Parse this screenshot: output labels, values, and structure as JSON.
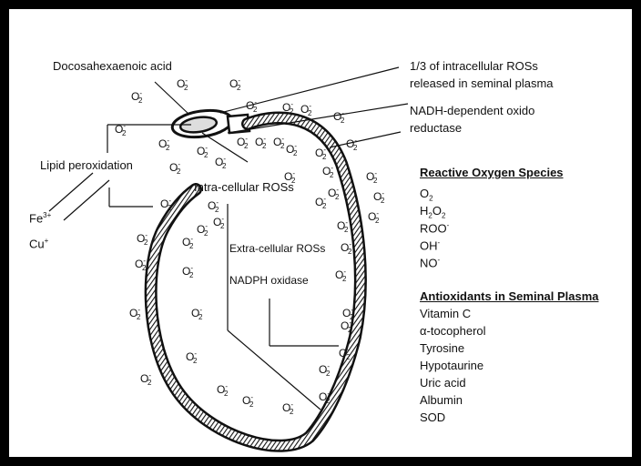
{
  "labels": {
    "dha": "Docosahexaenoic acid",
    "intracellular_release_line1": "1/3 of intracellular ROSs",
    "intracellular_release_line2": "released in seminal plasma",
    "nadh_line1": "NADH-dependent oxido",
    "nadh_line2": "reductase",
    "lipid_peroxidation": "Lipid peroxidation",
    "fe": "Fe",
    "fe_charge": "3+",
    "cu": "Cu",
    "cu_charge": "+",
    "intracellular_ros": "Intra-cellular ROSs",
    "extracellular_ros": "Extra-cellular ROSs",
    "nadph_oxidase": "NADPH oxidase"
  },
  "o2_symbol": {
    "base": "O",
    "sub": "2",
    "sup": "-"
  },
  "ros_list": {
    "title": "Reactive Oxygen Species",
    "items": [
      {
        "base": "O",
        "sub": "2",
        "sup": ""
      },
      {
        "base": "H",
        "sub": "2",
        "mid": "O",
        "sub2": "2"
      },
      {
        "base": "ROO",
        "sub": "",
        "sup": "-"
      },
      {
        "base": "OH",
        "sub": "",
        "sup": "-"
      },
      {
        "base": "NO",
        "sub": "",
        "sup": "-"
      }
    ]
  },
  "antioxidants": {
    "title": "Antioxidants in Seminal Plasma",
    "items": [
      "Vitamin C",
      "α-tocopherol",
      "Tyrosine",
      "Hypotaurine",
      "Uric acid",
      "Albumin",
      "SOD"
    ]
  }
}
